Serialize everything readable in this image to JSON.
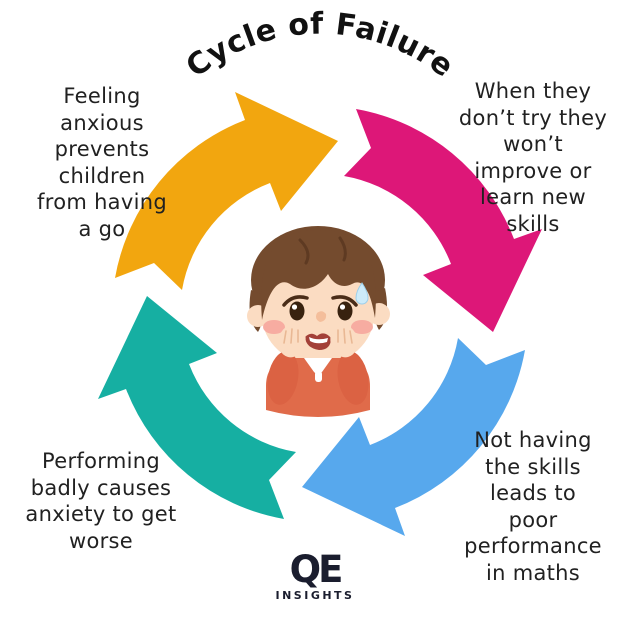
{
  "title": "Cycle of Failure",
  "colors": {
    "yellow": "#F2A60F",
    "pink": "#DD1778",
    "blue": "#57A8ED",
    "teal": "#16AFA2"
  },
  "steps": [
    {
      "position": "top-left",
      "arrow": "yellow",
      "text": "Feeling\nanxious\nprevents\nchildren\nfrom having\na go"
    },
    {
      "position": "top-right",
      "arrow": "pink",
      "text": "When they\ndon’t try they\nwon’t\nimprove or\nlearn new\nskills"
    },
    {
      "position": "bottom-right",
      "arrow": "blue",
      "text": "Not having\nthe skills\nleads to\npoor\nperformance\nin maths"
    },
    {
      "position": "bottom-left",
      "arrow": "teal",
      "text": "Performing\nbadly causes\nanxiety to get\nworse"
    }
  ],
  "center": {
    "icon": "anxious-child"
  },
  "logo": {
    "wordmark": "QE",
    "tagline": "INSIGHTS"
  }
}
